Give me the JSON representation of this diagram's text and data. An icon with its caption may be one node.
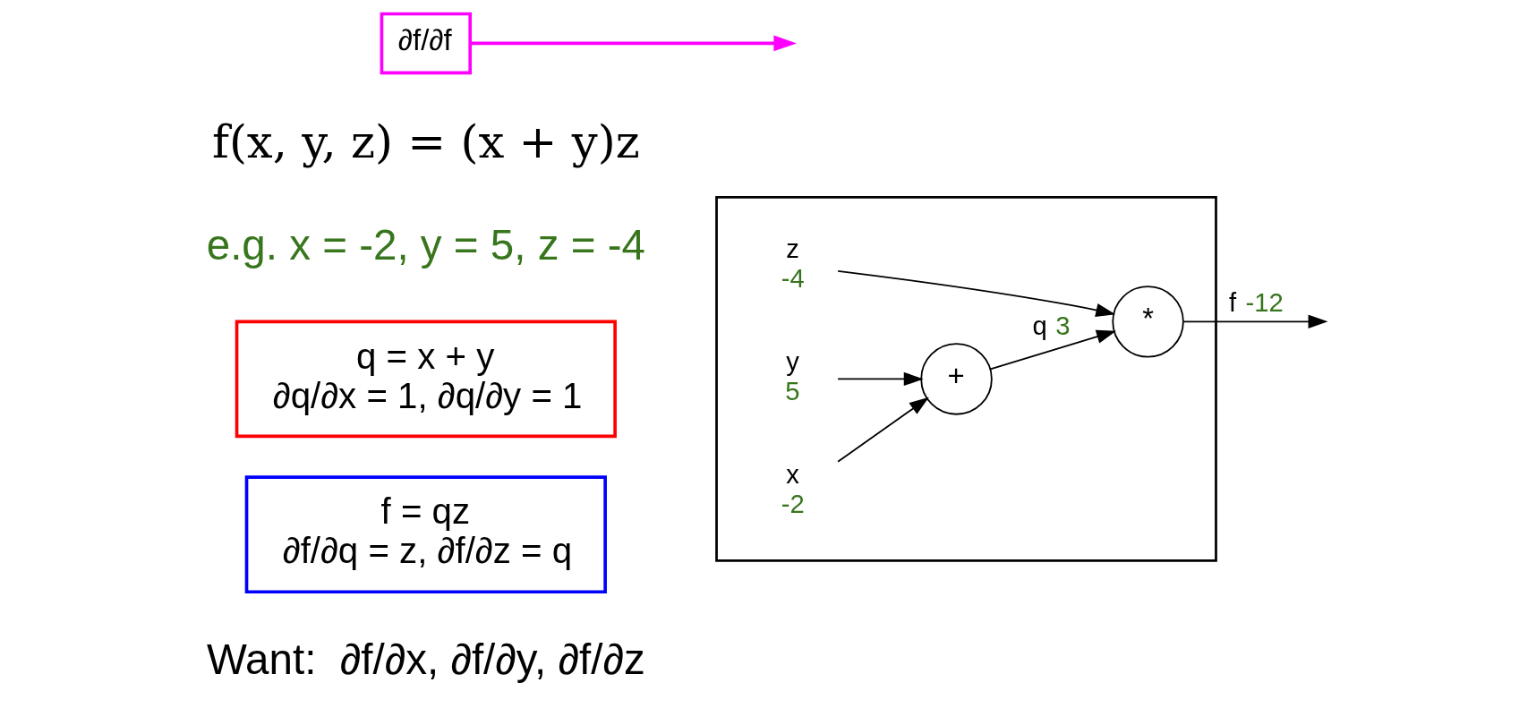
{
  "diagram": {
    "nodes": [
      {
        "text": [
          "q = x + y",
          "∂q/∂x = 1, ∂q/∂y = 1"
        ]
      },
      {
        "text": [
          "f = qz",
          "∂f/∂q = z, ∂f/∂z = q"
        ]
      },
      {
        "text": [],
        "shape": "box"
      },
      {
        "text": [
          "x",
          "-2"
        ],
        "in": 2
      },
      {
        "text": [
          "y",
          "5"
        ],
        "in": 2
      },
      {
        "text": [
          "z",
          "-4"
        ],
        "in": 2
      },
      {
        "text": [
          "+"
        ],
        "in": 2
      },
      {
        "text": [
          "*"
        ],
        "in": 2
      },
      {
        "text": [
          "∂f/∂f"
        ]
      }
    ],
    "edges": [
      {
        "from": 3,
        "to": 6,
        "arrow": "to"
      },
      {
        "from": 4,
        "to": 6,
        "arrow": "to"
      },
      {
        "from": 6,
        "to": 7,
        "arrow": "to",
        "label": "q 3"
      },
      {
        "from": 5,
        "to": 7,
        "arrow": "to"
      },
      {
        "from": 7,
        "to": null,
        "arrow": "to",
        "label": "f -12"
      },
      {
        "from": 8,
        "to": null,
        "arrow": "to",
        "color": "#ff00ff"
      }
    ],
    "labels": [
      "f(x, y, z) = (x + y)z",
      "e.g. x = -2, y = 5, z = -4",
      "Want:  ∂f/∂x, ∂f/∂y, ∂f/∂z"
    ]
  }
}
